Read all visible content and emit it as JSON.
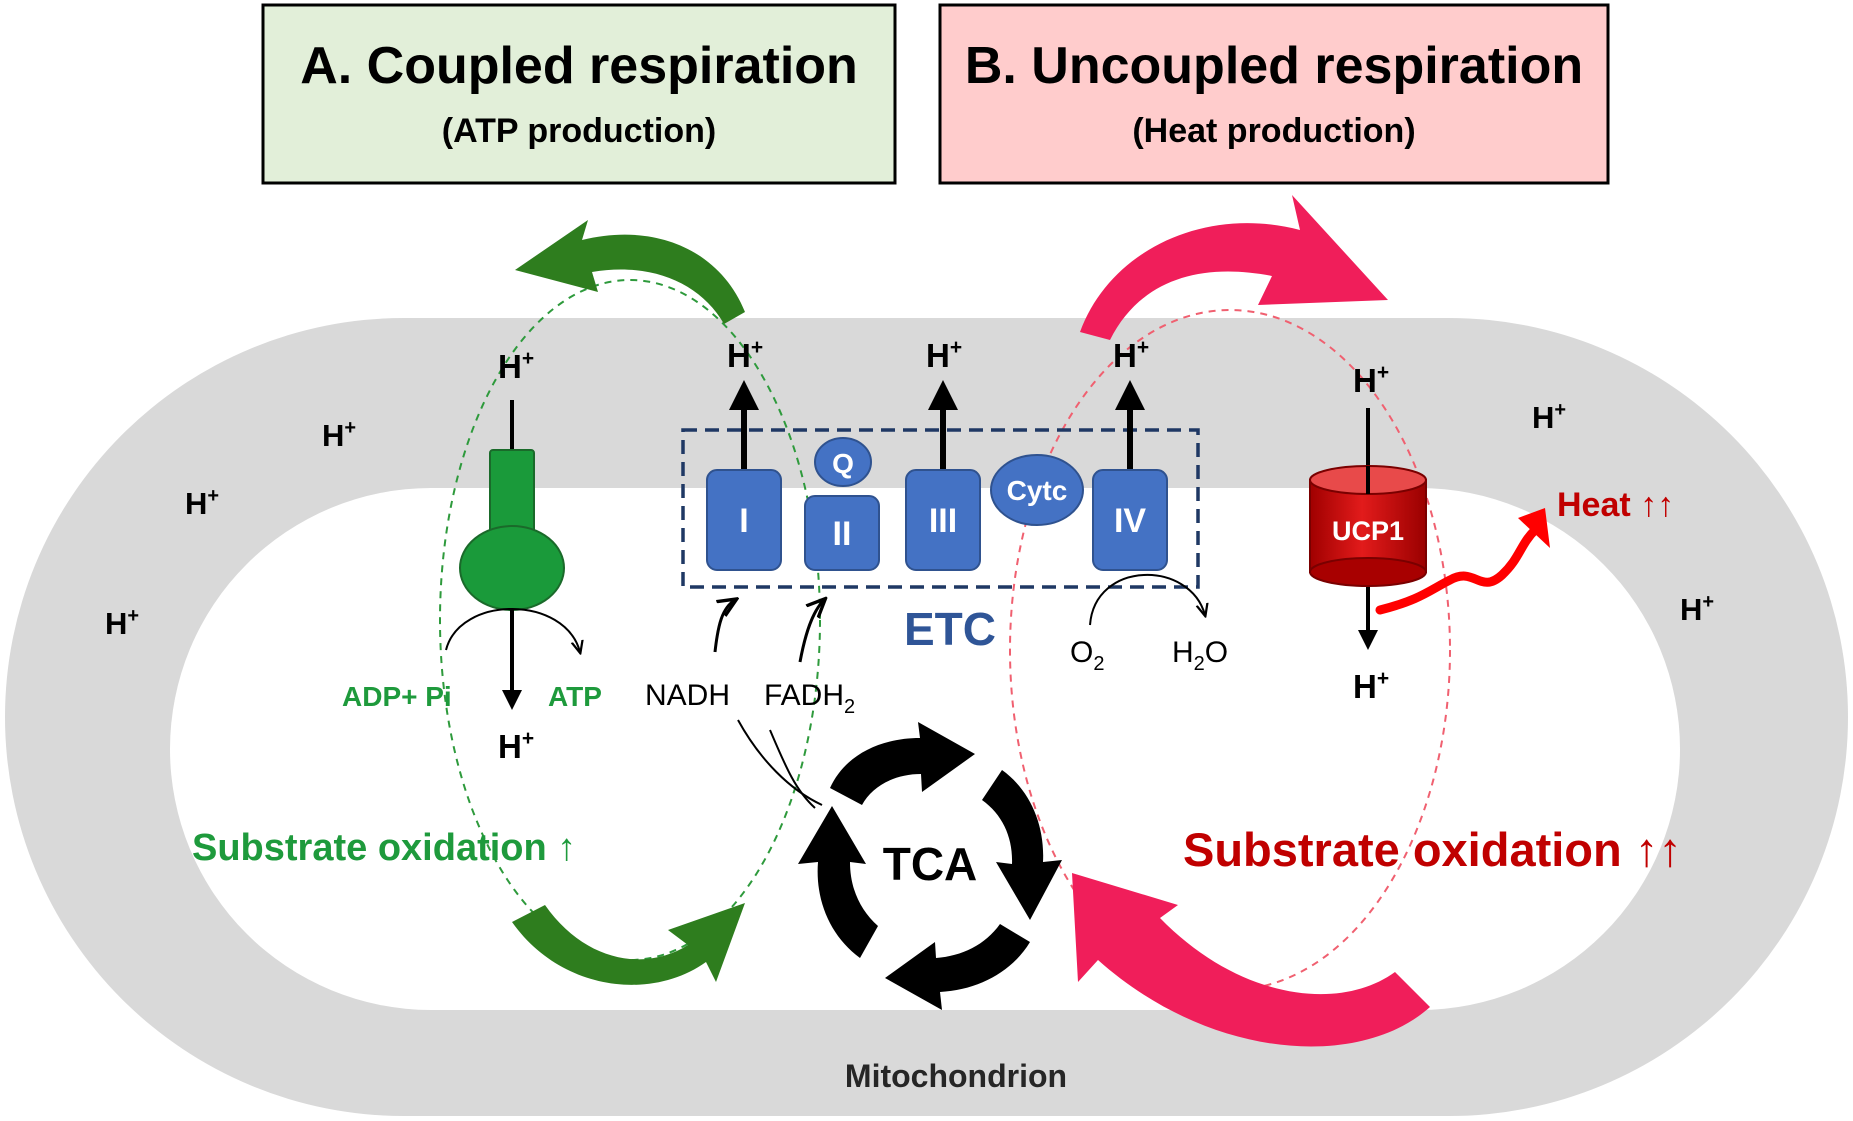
{
  "boxes": {
    "coupled": {
      "title": "A. Coupled respiration",
      "subtitle": "(ATP production)",
      "fill": "#e2efd9"
    },
    "uncoupled": {
      "title": "B. Uncoupled respiration",
      "subtitle": "(Heat production)",
      "fill": "#ffcccc"
    }
  },
  "hplus": {
    "base": "H",
    "sup": "+"
  },
  "complexes": {
    "c1": "I",
    "c2": "II",
    "c3": "III",
    "c4": "IV",
    "q": "Q",
    "cytc": "Cytc"
  },
  "etc_label": "ETC",
  "atp_synthase": {
    "substrate": "ADP+ Pi",
    "product": "ATP"
  },
  "electron_donors": {
    "nadh": "NADH",
    "fadh_base": "FADH",
    "fadh_sub": "2"
  },
  "oxygen": {
    "o2_base": "O",
    "o2_sub": "2",
    "h2o_h": "H",
    "h2o_sub": "2",
    "h2o_o": "O"
  },
  "ucp1": "UCP1",
  "heat": "Heat ↑↑",
  "substrate_oxidation_a": "Substrate oxidation ↑",
  "substrate_oxidation_b": "Substrate oxidation ↑↑",
  "tca": "TCA",
  "mitochondrion": "Mitochondrion",
  "colors": {
    "green": "#2e7d1e",
    "green_text": "#1e9a3c",
    "pink": "#f01e5a",
    "red": "#c00000",
    "blue": "#4472c4",
    "navy": "#1f3864",
    "etc_text": "#2f5597",
    "membrane": "#d9d9d9"
  }
}
